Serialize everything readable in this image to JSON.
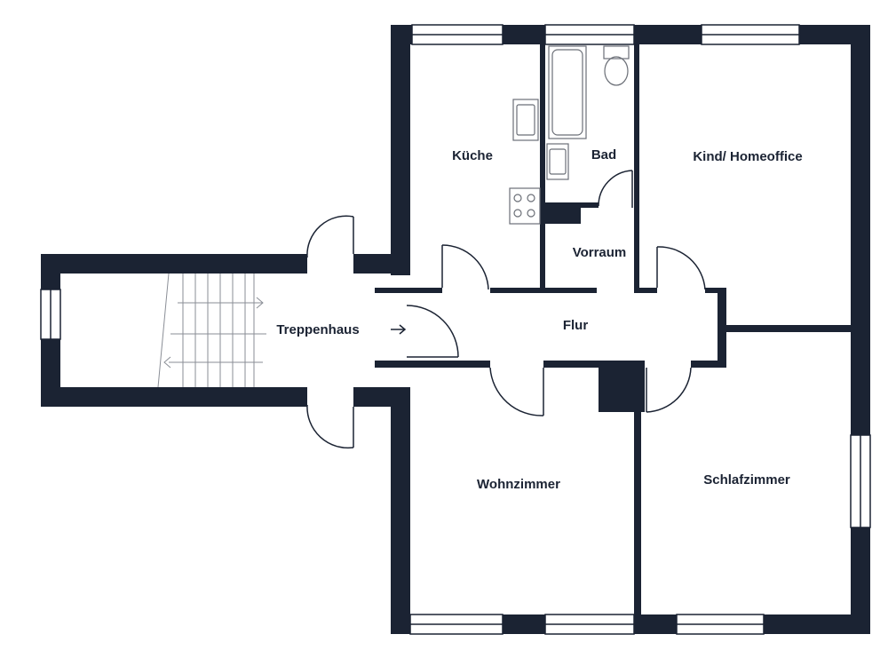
{
  "floorplan": {
    "colors": {
      "wall": "#1b2333",
      "background": "#ffffff",
      "fixture": "#6b6f77"
    },
    "rooms": {
      "kueche": "Küche",
      "bad": "Bad",
      "kind_homeoffice": "Kind/ Homeoffice",
      "vorraum": "Vorraum",
      "treppenhaus": "Treppenhaus",
      "flur": "Flur",
      "wohnzimmer": "Wohnzimmer",
      "schlafzimmer": "Schlafzimmer"
    },
    "icons": {
      "stair_arrows": [
        "arrow-right-icon",
        "arrow-left-icon"
      ],
      "entry_arrow": "arrow-right-icon",
      "fixtures": [
        "bathtub-icon",
        "toilet-icon",
        "sink-icon",
        "stove-icon"
      ]
    }
  }
}
